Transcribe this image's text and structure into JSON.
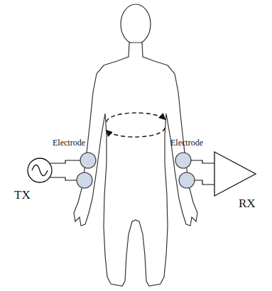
{
  "diagram": {
    "labels": [
      "Electrode",
      "Electrode",
      "TX",
      "RX"
    ]
  }
}
